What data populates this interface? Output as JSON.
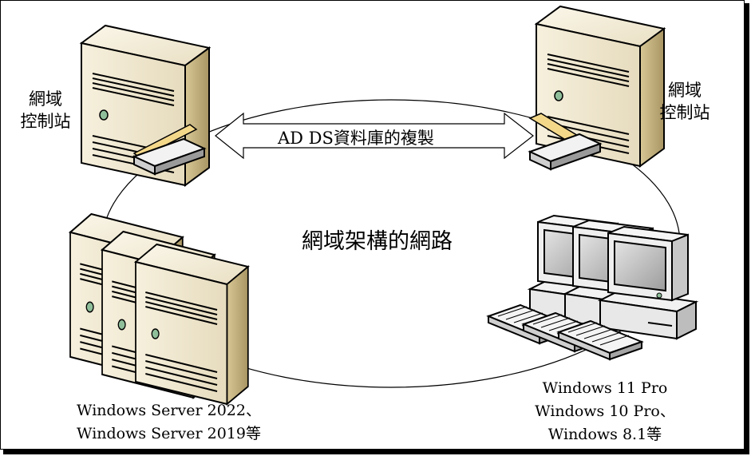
{
  "diagram": {
    "title": "網域架構的網路",
    "replication_label": "AD DS資料庫的複製",
    "dc_left": {
      "label_line1": "網域",
      "label_line2": "控制站"
    },
    "dc_right": {
      "label_line1": "網域",
      "label_line2": "控制站"
    },
    "servers_caption": {
      "line1": "Windows Server 2022、",
      "line2": "Windows Server 2019等"
    },
    "clients_caption": {
      "line1": "Windows 11 Pro",
      "line2": "Windows 10 Pro、",
      "line3": "Windows 8.1等"
    }
  },
  "colors": {
    "server_front": "#efe6d0",
    "server_side": "#c9b787",
    "screen": "#b8b8b8",
    "outline": "#000000",
    "led": "#8fbf9a"
  }
}
